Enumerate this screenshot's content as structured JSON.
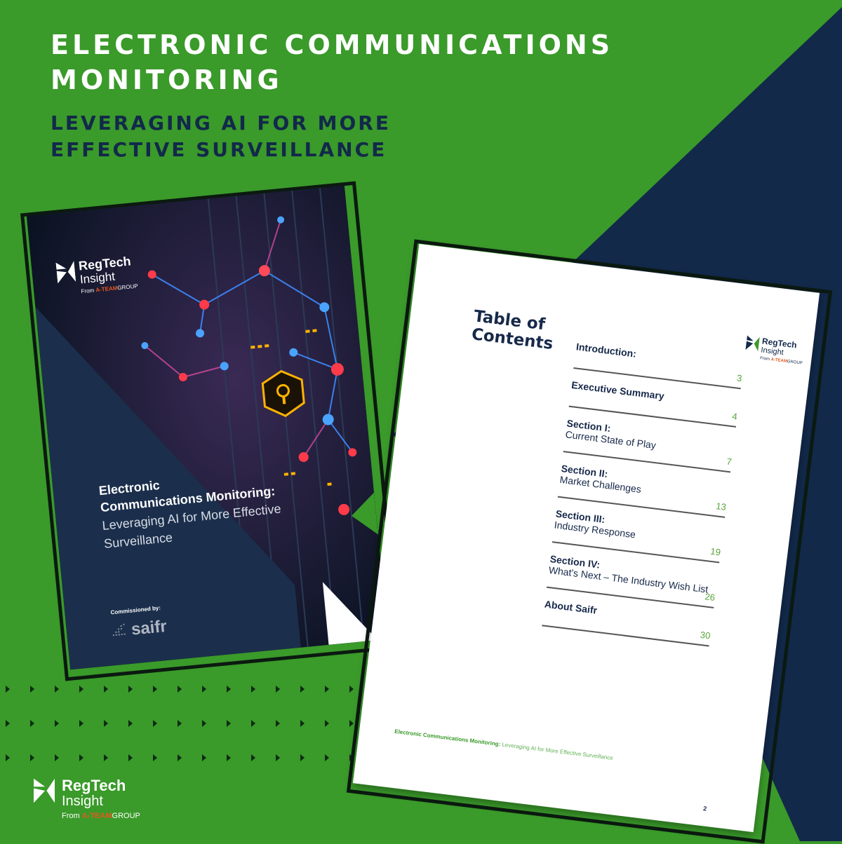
{
  "header": {
    "title_line1": "ELECTRONIC COMMUNICATIONS",
    "title_line2": "MONITORING",
    "subtitle_line1": "LEVERAGING AI FOR MORE",
    "subtitle_line2": "EFFECTIVE SURVEILLANCE"
  },
  "brand": {
    "name": "RegTech",
    "name2": "Insight",
    "from": "From",
    "group": "A-TEAM",
    "group2": "GROUP"
  },
  "cover": {
    "title_bold1": "Electronic",
    "title_bold2": "Communications Monitoring:",
    "title_light1": "Leveraging AI for More Effective",
    "title_light2": "Surveillance",
    "commissioned": "Commissioned by:",
    "sponsor": "saifr"
  },
  "toc": {
    "title_line1": "Table of",
    "title_line2": "Contents",
    "entries": [
      {
        "head": "Introduction:",
        "sub": "",
        "page": "3"
      },
      {
        "head": "Executive Summary",
        "sub": "",
        "page": "4"
      },
      {
        "head": "Section I:",
        "sub": "Current State of Play",
        "page": "7"
      },
      {
        "head": "Section II:",
        "sub": "Market Challenges",
        "page": "13"
      },
      {
        "head": "Section III:",
        "sub": "Industry Response",
        "page": "19"
      },
      {
        "head": "Section IV:",
        "sub": "What's Next – The Industry Wish List",
        "page": "26"
      },
      {
        "head": "About Saifr",
        "sub": "",
        "page": "30"
      }
    ],
    "footer_bold": "Electronic Communications Monitoring:",
    "footer_light": " Leveraging AI for More Effective Surveillance",
    "page_number": "2"
  },
  "colors": {
    "green": "#3a9a2a",
    "navy": "#12294a",
    "accent_orange": "#e8571e"
  }
}
